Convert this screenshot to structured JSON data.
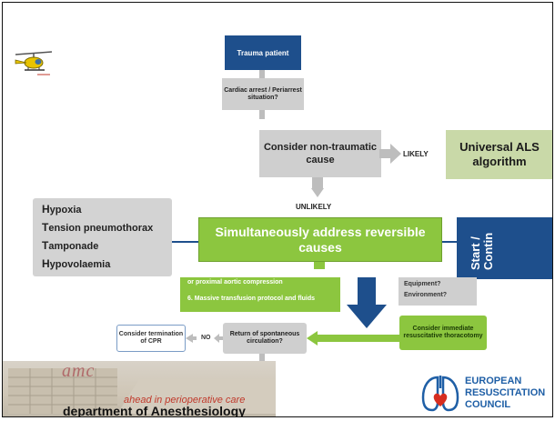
{
  "nodes": {
    "trauma": "Trauma patient",
    "cardiac": "Cardiac arrest / Periarrest situation?",
    "consider_nt": "Consider non-traumatic cause",
    "likely": "LIKELY",
    "universal": "Universal ALS algorithm",
    "unlikely": "UNLIKELY",
    "simultaneous": "Simultaneously address reversible causes",
    "start": "Start / Contin",
    "aortic": "or proximal aortic compression",
    "massive": "6.  Massive transfusion protocol and fluids",
    "equipment": "Equipment?",
    "environment": "Environment?",
    "termination": "Consider termination of CPR",
    "no": "NO",
    "rosc": "Return of spontaneous circulation?",
    "thoracotomy": "Consider immediate resuscitative thoracotomy"
  },
  "causes": [
    {
      "initial": "H",
      "rest": "ypoxia"
    },
    {
      "initial": "T",
      "rest": "ension pneumothorax"
    },
    {
      "initial": "T",
      "rest": "amponade"
    },
    {
      "initial": "H",
      "rest": "ypovolaemia"
    }
  ],
  "footer": {
    "amc": "amc",
    "tagline": "ahead in perioperative care",
    "department": "department of Anesthesiology",
    "erc_line1": "EUROPEAN",
    "erc_line2": "RESUSCITATION",
    "erc_line3": "COUNCIL"
  },
  "icons": [
    "helicopter-icon",
    "lungs-heart-logo-icon"
  ],
  "colors": {
    "navy": "#1e4f8c",
    "grey": "#cfcfcf",
    "green": "#8cc63f",
    "erc_blue": "#1f5fa6",
    "tagline_red": "#c0392b"
  }
}
